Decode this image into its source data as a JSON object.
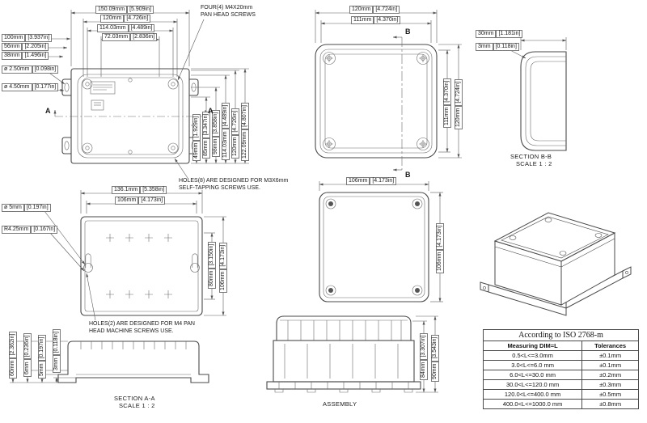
{
  "front_view": {
    "top_dims": [
      {
        "mm": "150.09mm",
        "in": "[5.909in]"
      },
      {
        "mm": "120mm",
        "in": "[4.726in]"
      },
      {
        "mm": "114.03mm",
        "in": "[4.489in]"
      },
      {
        "mm": "72.03mm",
        "in": "[2.836in]"
      }
    ],
    "left_dims": [
      {
        "mm": "100mm",
        "in": "[3.937in]"
      },
      {
        "mm": "56mm",
        "in": "[2.205in]"
      },
      {
        "mm": "38mm",
        "in": "[1.496in]"
      },
      {
        "mm": "ø 2.50mm",
        "in": "[0.098in]"
      },
      {
        "mm": "ø 4.50mm",
        "in": "[0.177in]"
      }
    ],
    "right_dims": [
      {
        "mm": "49mm",
        "in": "[1.929in]"
      },
      {
        "mm": "85mm",
        "in": "[3.347in]"
      },
      {
        "mm": "98mm",
        "in": "[3.858in]"
      },
      {
        "mm": "114.03mm",
        "in": "[4.489in]"
      },
      {
        "mm": "120mm",
        "in": "[4.726in]"
      },
      {
        "mm": "122.09mm",
        "in": "[4.807in]"
      }
    ],
    "section_letter": "A"
  },
  "top_view": {
    "top_dims": [
      {
        "mm": "120mm",
        "in": "[4.724in]"
      },
      {
        "mm": "111mm",
        "in": "[4.370in]"
      }
    ],
    "right_dims": [
      {
        "mm": "111mm",
        "in": "[4.370in]"
      },
      {
        "mm": "120mm",
        "in": "[4.724in]"
      }
    ],
    "section_letter": "B"
  },
  "section_bb": {
    "dims": [
      {
        "mm": "30mm",
        "in": "[1.181in]"
      },
      {
        "mm": "3mm",
        "in": "[0.118in]"
      }
    ],
    "caption": "SECTION  B-B",
    "scale": "SCALE 1 : 2"
  },
  "back_view": {
    "top_dims": [
      {
        "mm": "136.1mm",
        "in": "[5.358in]"
      },
      {
        "mm": "106mm",
        "in": "[4.173in]"
      }
    ],
    "left_dims": [
      {
        "mm": "ø 5mm",
        "in": "[0.197in]"
      },
      {
        "mm": "R4.25mm",
        "in": "[0.167in]"
      }
    ],
    "right_dims": [
      {
        "mm": "80mm",
        "in": "[3.150in]"
      },
      {
        "mm": "106mm",
        "in": "[4.173in]"
      }
    ]
  },
  "bottom_view": {
    "top_dim": {
      "mm": "106mm",
      "in": "[4.173in]"
    },
    "right_dim": {
      "mm": "106mm",
      "in": "[4.173in]"
    }
  },
  "section_aa": {
    "dims": [
      {
        "mm": "60mm",
        "in": "[2.362in]"
      },
      {
        "mm": "6mm",
        "in": "[0.236in]"
      },
      {
        "mm": "5mm",
        "in": "[0.197in]"
      },
      {
        "mm": "3mm",
        "in": "[0.118in]"
      }
    ],
    "caption": "SECTION A-A",
    "scale": "SCALE  1 : 2"
  },
  "assembly": {
    "right_dims": [
      {
        "mm": "84mm",
        "in": "[3.307in]"
      },
      {
        "mm": "90mm",
        "in": "[3.543in]"
      }
    ],
    "caption": "ASSEMBLY"
  },
  "notes": {
    "four_screws": [
      "FOUR(4) M4X20mm",
      "PAN HEAD SCREWS"
    ],
    "holes8": [
      "HOLES(8) ARE DESIGNED FOR M3X6mm",
      "SELF-TAPPING SCREWS USE."
    ],
    "holes2": [
      "HOLES(2) ARE DESIGNED FOR M4 PAN",
      "HEAD MACHINE SCREWS USE."
    ]
  },
  "tolerance_table": {
    "title": "According to ISO 2768-m",
    "headers": [
      "Measuring  DIM=L",
      "Tolerances"
    ],
    "rows": [
      {
        "range": "0.5<L<=3.0mm",
        "tol": "±0.1mm"
      },
      {
        "range": "3.0<L<=6.0 mm",
        "tol": "±0.1mm"
      },
      {
        "range": "6.0<L<=30.0 mm",
        "tol": "±0.2mm"
      },
      {
        "range": "30.0<L<=120.0 mm",
        "tol": "±0.3mm"
      },
      {
        "range": "120.0<L<=400.0 mm",
        "tol": "±0.5mm"
      },
      {
        "range": "400.0<L<=1000.0 mm",
        "tol": "±0.8mm"
      }
    ]
  }
}
